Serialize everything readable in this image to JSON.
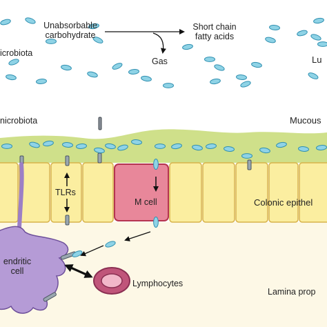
{
  "labels": {
    "unabsorbable_line1": "Unabsorbable",
    "unabsorbable_line2": "carbohydrate",
    "scfa_line1": "Short chain",
    "scfa_line2": "fatty acids",
    "gas": "Gas",
    "microbiota_top": "icrobiota",
    "lumen": "Lu",
    "microbiota_mid": "nicrobiota",
    "mucous": "Mucous",
    "tlrs": "TLRs",
    "m_cell": "M cell",
    "colonic_epithelium": "Colonic epithel",
    "dendritic_line1": "endritic",
    "dendritic_line2": "cell",
    "lymphocytes": "Lymphocytes",
    "lamina_propria": "Lamina prop"
  },
  "colors": {
    "bacteria_fill": "#8fd3e6",
    "bacteria_stroke": "#2f8fb0",
    "mucus": "#cfe08a",
    "epithelial_cell": "#fbeea0",
    "epithelial_border": "#d8b24a",
    "m_cell": "#e8879a",
    "lamina_propria": "#fdf8e6",
    "dendritic_cell": "#b59bd6",
    "lymphocyte": "#c0557a"
  }
}
